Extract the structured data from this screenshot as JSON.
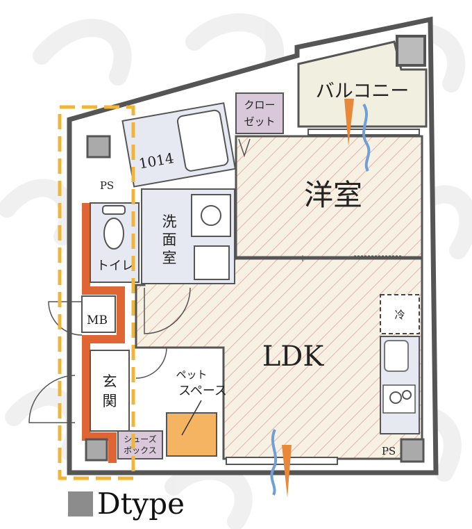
{
  "rooms": {
    "balcony": "バルコニー",
    "closet": [
      "クロー",
      "ゼット"
    ],
    "bedroom": "洋室",
    "bath": "1014",
    "ps_top": "PS",
    "washroom": [
      "洗",
      "面",
      "室"
    ],
    "toilet": "トイレ",
    "mb": "MB",
    "entrance": [
      "玄",
      "関"
    ],
    "ldk": "LDK",
    "pet_space": [
      "ペット",
      "スペース"
    ],
    "shoe_box": [
      "シューズ",
      "ボックス"
    ],
    "fridge": "冷",
    "ps_bottom": "PS"
  },
  "legend": {
    "label": "Dtype"
  },
  "colors": {
    "wall": "#555555",
    "hatch_floor": "#f6f1e2",
    "hatch_line": "#e2a3a0",
    "wet_area": "#e6e9f2",
    "closet": "#d9c8d9",
    "balcony": "#f1efdf",
    "orange_wall": "#e06535",
    "pet_space": "#f5b461",
    "dash_frame": "#efb63a",
    "vent_blue": "#6f9fd6",
    "vent_orange": "#e8883a"
  }
}
